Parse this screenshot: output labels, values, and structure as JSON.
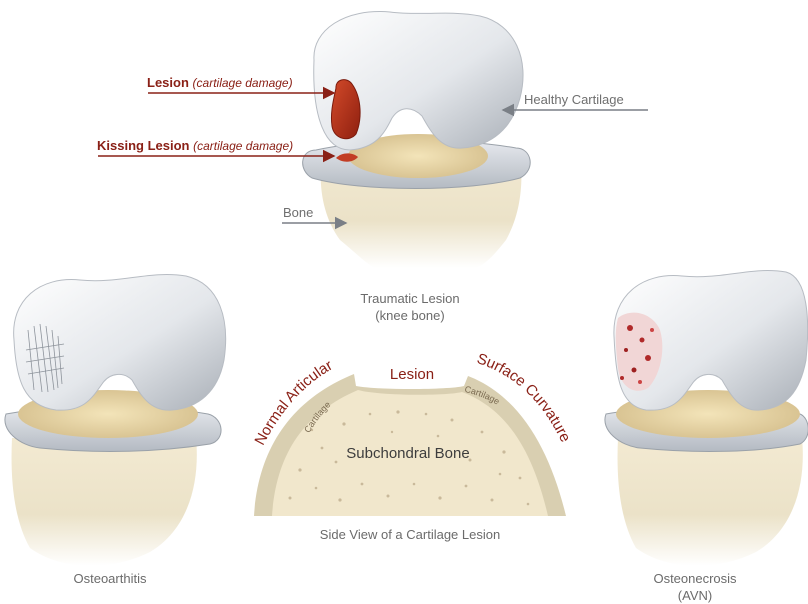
{
  "labels": {
    "lesion": "Lesion",
    "lesion_note": "(cartilage damage)",
    "kissing_lesion": "Kissing Lesion",
    "kissing_note": "(cartilage damage)",
    "healthy_cartilage": "Healthy Cartilage",
    "bone": "Bone"
  },
  "captions": {
    "traumatic_line1": "Traumatic Lesion",
    "traumatic_line2": "(knee bone)",
    "osteoarthritis": "Osteoarthitis",
    "osteonecrosis_line1": "Osteonecrosis",
    "osteonecrosis_line2": "(AVN)",
    "side_view": "Side View of a Cartilage Lesion"
  },
  "side_view": {
    "normal_articular": "Normal Articular",
    "lesion": "Lesion",
    "surface_curvature": "Surface Curvature",
    "cartilage_left": "Cartilage",
    "cartilage_right": "Cartilage",
    "subchondral_bone": "Subchondral Bone"
  },
  "colors": {
    "lesion_red": "#8a2016",
    "label_grey": "#6f6f6f",
    "cartilage": "#dcdfe3",
    "bone": "#e9dcbc"
  }
}
